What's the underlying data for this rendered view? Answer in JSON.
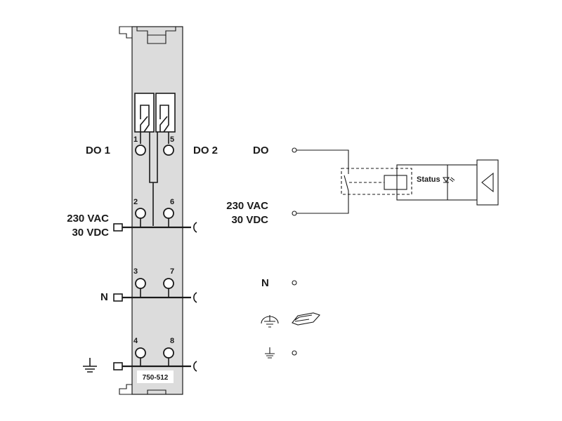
{
  "module": {
    "model": "750-512",
    "colors": {
      "housing": "#dcdcdc",
      "line": "#1a1a1a",
      "background": "#ffffff"
    }
  },
  "labels": {
    "do1": "DO 1",
    "do2": "DO 2",
    "supply_left_line1": "230 VAC",
    "supply_left_line2": "30 VDC",
    "n_left": "N",
    "do": "DO",
    "supply_right_line1": "230 VAC",
    "supply_right_line2": "30 VDC",
    "status": "Status",
    "n_right": "N"
  },
  "terminals": [
    "1",
    "2",
    "3",
    "4",
    "5",
    "6",
    "7",
    "8"
  ],
  "icons": [
    "relay-contact-icon",
    "relay-coil-icon",
    "status-led-icon",
    "bus-interface-icon",
    "ground-icon",
    "protective-earth-icon",
    "din-rail-icon"
  ]
}
